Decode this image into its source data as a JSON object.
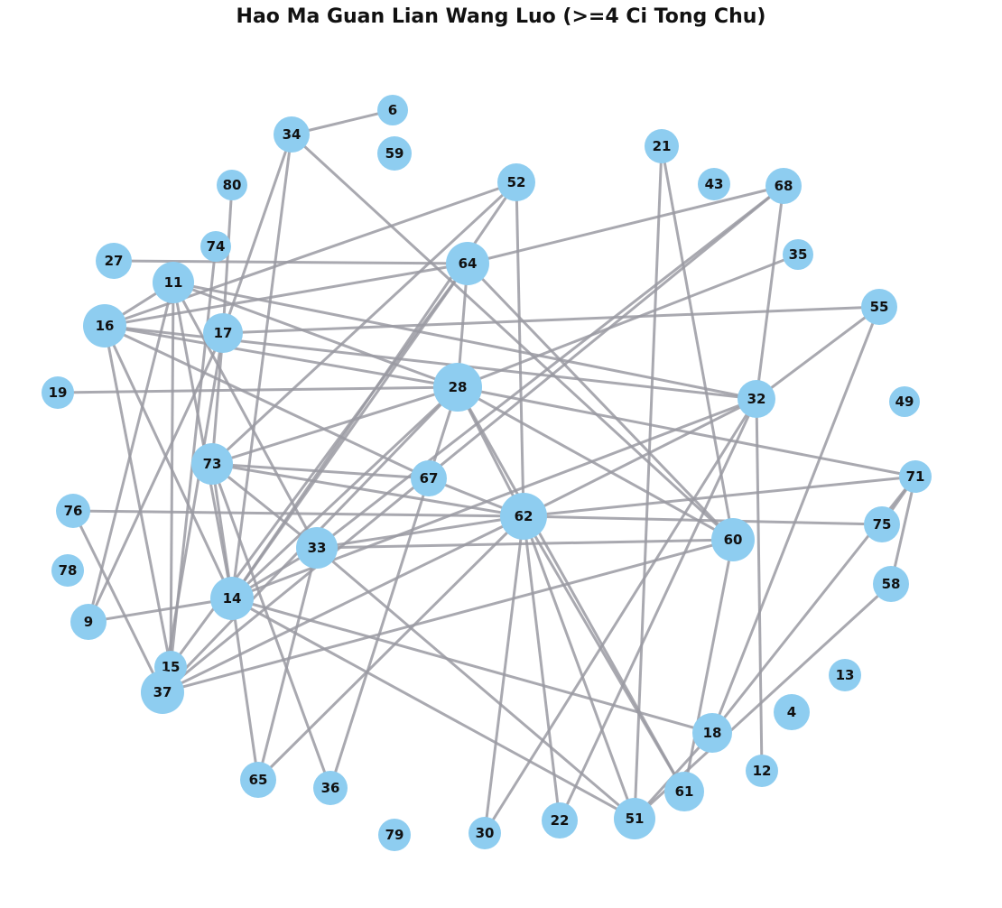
{
  "title": "Hao Ma Guan Lian Wang Luo (>=4 Ci Tong Chu)",
  "colors": {
    "node": "#8ecdf0",
    "edge": "#9a9aa2",
    "label": "#111111"
  },
  "nodes": [
    "6",
    "34",
    "59",
    "21",
    "52",
    "43",
    "68",
    "80",
    "74",
    "27",
    "64",
    "35",
    "11",
    "55",
    "16",
    "17",
    "19",
    "28",
    "32",
    "49",
    "73",
    "67",
    "71",
    "76",
    "62",
    "75",
    "60",
    "78",
    "33",
    "58",
    "14",
    "9",
    "15",
    "37",
    "13",
    "4",
    "18",
    "12",
    "65",
    "36",
    "61",
    "51",
    "22",
    "30",
    "79"
  ],
  "edges": [
    [
      "34",
      "6"
    ],
    [
      "34",
      "17"
    ],
    [
      "34",
      "14"
    ],
    [
      "34",
      "60"
    ],
    [
      "21",
      "60"
    ],
    [
      "21",
      "51"
    ],
    [
      "52",
      "62"
    ],
    [
      "52",
      "14"
    ],
    [
      "52",
      "73"
    ],
    [
      "52",
      "16"
    ],
    [
      "68",
      "64"
    ],
    [
      "68",
      "33"
    ],
    [
      "68",
      "37"
    ],
    [
      "68",
      "32"
    ],
    [
      "35",
      "28"
    ],
    [
      "55",
      "17"
    ],
    [
      "55",
      "32"
    ],
    [
      "55",
      "18"
    ],
    [
      "27",
      "64"
    ],
    [
      "80",
      "17"
    ],
    [
      "74",
      "15"
    ],
    [
      "64",
      "28"
    ],
    [
      "64",
      "16"
    ],
    [
      "64",
      "14"
    ],
    [
      "64",
      "60"
    ],
    [
      "64",
      "15"
    ],
    [
      "11",
      "16"
    ],
    [
      "11",
      "28"
    ],
    [
      "11",
      "32"
    ],
    [
      "11",
      "14"
    ],
    [
      "11",
      "33"
    ],
    [
      "11",
      "15"
    ],
    [
      "11",
      "9"
    ],
    [
      "16",
      "32"
    ],
    [
      "16",
      "28"
    ],
    [
      "16",
      "67"
    ],
    [
      "16",
      "15"
    ],
    [
      "16",
      "14"
    ],
    [
      "17",
      "73"
    ],
    [
      "17",
      "37"
    ],
    [
      "17",
      "9"
    ],
    [
      "19",
      "28"
    ],
    [
      "28",
      "73"
    ],
    [
      "28",
      "62"
    ],
    [
      "28",
      "67"
    ],
    [
      "28",
      "60"
    ],
    [
      "28",
      "14"
    ],
    [
      "28",
      "37"
    ],
    [
      "28",
      "61"
    ],
    [
      "28",
      "71"
    ],
    [
      "32",
      "62"
    ],
    [
      "32",
      "22"
    ],
    [
      "32",
      "12"
    ],
    [
      "32",
      "14"
    ],
    [
      "32",
      "30"
    ],
    [
      "73",
      "67"
    ],
    [
      "73",
      "62"
    ],
    [
      "73",
      "14"
    ],
    [
      "73",
      "33"
    ],
    [
      "73",
      "36"
    ],
    [
      "67",
      "62"
    ],
    [
      "67",
      "36"
    ],
    [
      "71",
      "62"
    ],
    [
      "71",
      "75"
    ],
    [
      "71",
      "18"
    ],
    [
      "71",
      "58"
    ],
    [
      "76",
      "62"
    ],
    [
      "76",
      "37"
    ],
    [
      "62",
      "75"
    ],
    [
      "62",
      "33"
    ],
    [
      "62",
      "37"
    ],
    [
      "62",
      "51"
    ],
    [
      "62",
      "22"
    ],
    [
      "62",
      "61"
    ],
    [
      "62",
      "30"
    ],
    [
      "62",
      "65"
    ],
    [
      "60",
      "33"
    ],
    [
      "60",
      "61"
    ],
    [
      "33",
      "14"
    ],
    [
      "33",
      "51"
    ],
    [
      "33",
      "65"
    ],
    [
      "14",
      "9"
    ],
    [
      "14",
      "18"
    ],
    [
      "14",
      "51"
    ],
    [
      "14",
      "65"
    ],
    [
      "15",
      "37"
    ],
    [
      "37",
      "60"
    ],
    [
      "18",
      "51"
    ],
    [
      "58",
      "51"
    ]
  ]
}
